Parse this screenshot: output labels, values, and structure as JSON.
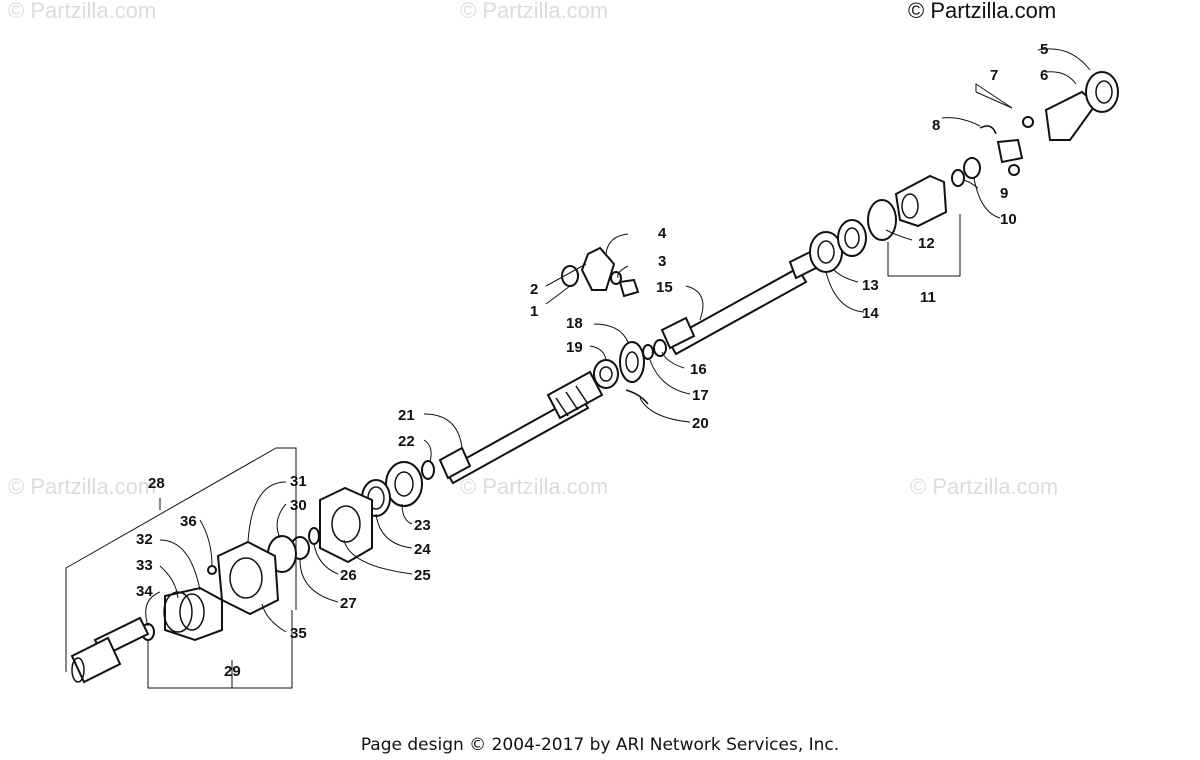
{
  "watermarks": [
    {
      "text": "© Partzilla.com",
      "strong": false
    },
    {
      "text": "© Partzilla.com",
      "strong": false
    },
    {
      "text": "© Partzilla.com",
      "strong": true
    },
    {
      "text": "© Partzilla.com",
      "strong": false
    },
    {
      "text": "© Partzilla.com",
      "strong": false
    },
    {
      "text": "© Partzilla.com",
      "strong": false
    }
  ],
  "callouts": [
    "1",
    "2",
    "3",
    "4",
    "5",
    "6",
    "7",
    "8",
    "9",
    "10",
    "11",
    "12",
    "13",
    "14",
    "15",
    "16",
    "17",
    "18",
    "19",
    "20",
    "21",
    "22",
    "23",
    "24",
    "25",
    "26",
    "27",
    "28",
    "29",
    "30",
    "31",
    "32",
    "33",
    "34",
    "35",
    "36"
  ],
  "footer": "Page design © 2004-2017 by ARI Network Services, Inc."
}
